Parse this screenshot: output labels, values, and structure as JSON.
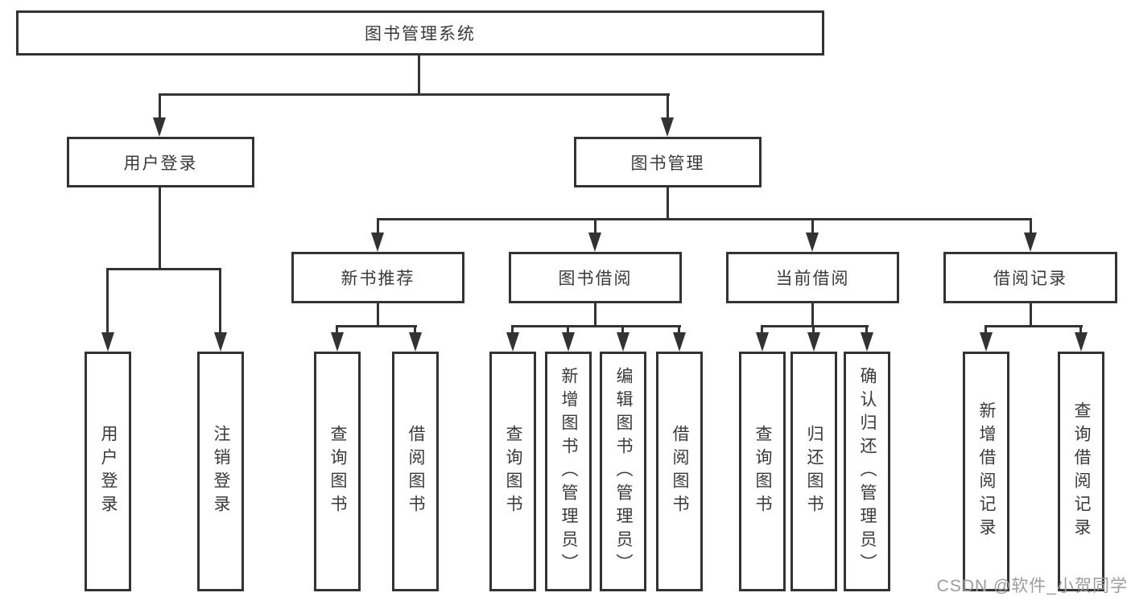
{
  "diagram_type": "hierarchy-flowchart",
  "tree": {
    "label": "图书管理系统",
    "children": [
      {
        "label": "用户登录",
        "children": [
          {
            "label": "用户登录"
          },
          {
            "label": "注销登录"
          }
        ]
      },
      {
        "label": "图书管理",
        "children": [
          {
            "label": "新书推荐",
            "children": [
              {
                "label": "查询图书"
              },
              {
                "label": "借阅图书"
              }
            ]
          },
          {
            "label": "图书借阅",
            "children": [
              {
                "label": "查询图书"
              },
              {
                "label": "新增图书（管理员）"
              },
              {
                "label": "编辑图书（管理员）"
              },
              {
                "label": "借阅图书"
              }
            ]
          },
          {
            "label": "当前借阅",
            "children": [
              {
                "label": "查询图书"
              },
              {
                "label": "归还图书"
              },
              {
                "label": "确认归还（管理员）"
              }
            ]
          },
          {
            "label": "借阅记录",
            "children": [
              {
                "label": "新增借阅记录"
              },
              {
                "label": "查询借阅记录"
              }
            ]
          }
        ]
      }
    ]
  },
  "watermark": {
    "text": "CSDN @软件_小贺同学"
  },
  "colors": {
    "line": "#333333",
    "text": "#3a3a3a",
    "watermark": "#9c9c9c",
    "background": "#ffffff"
  }
}
